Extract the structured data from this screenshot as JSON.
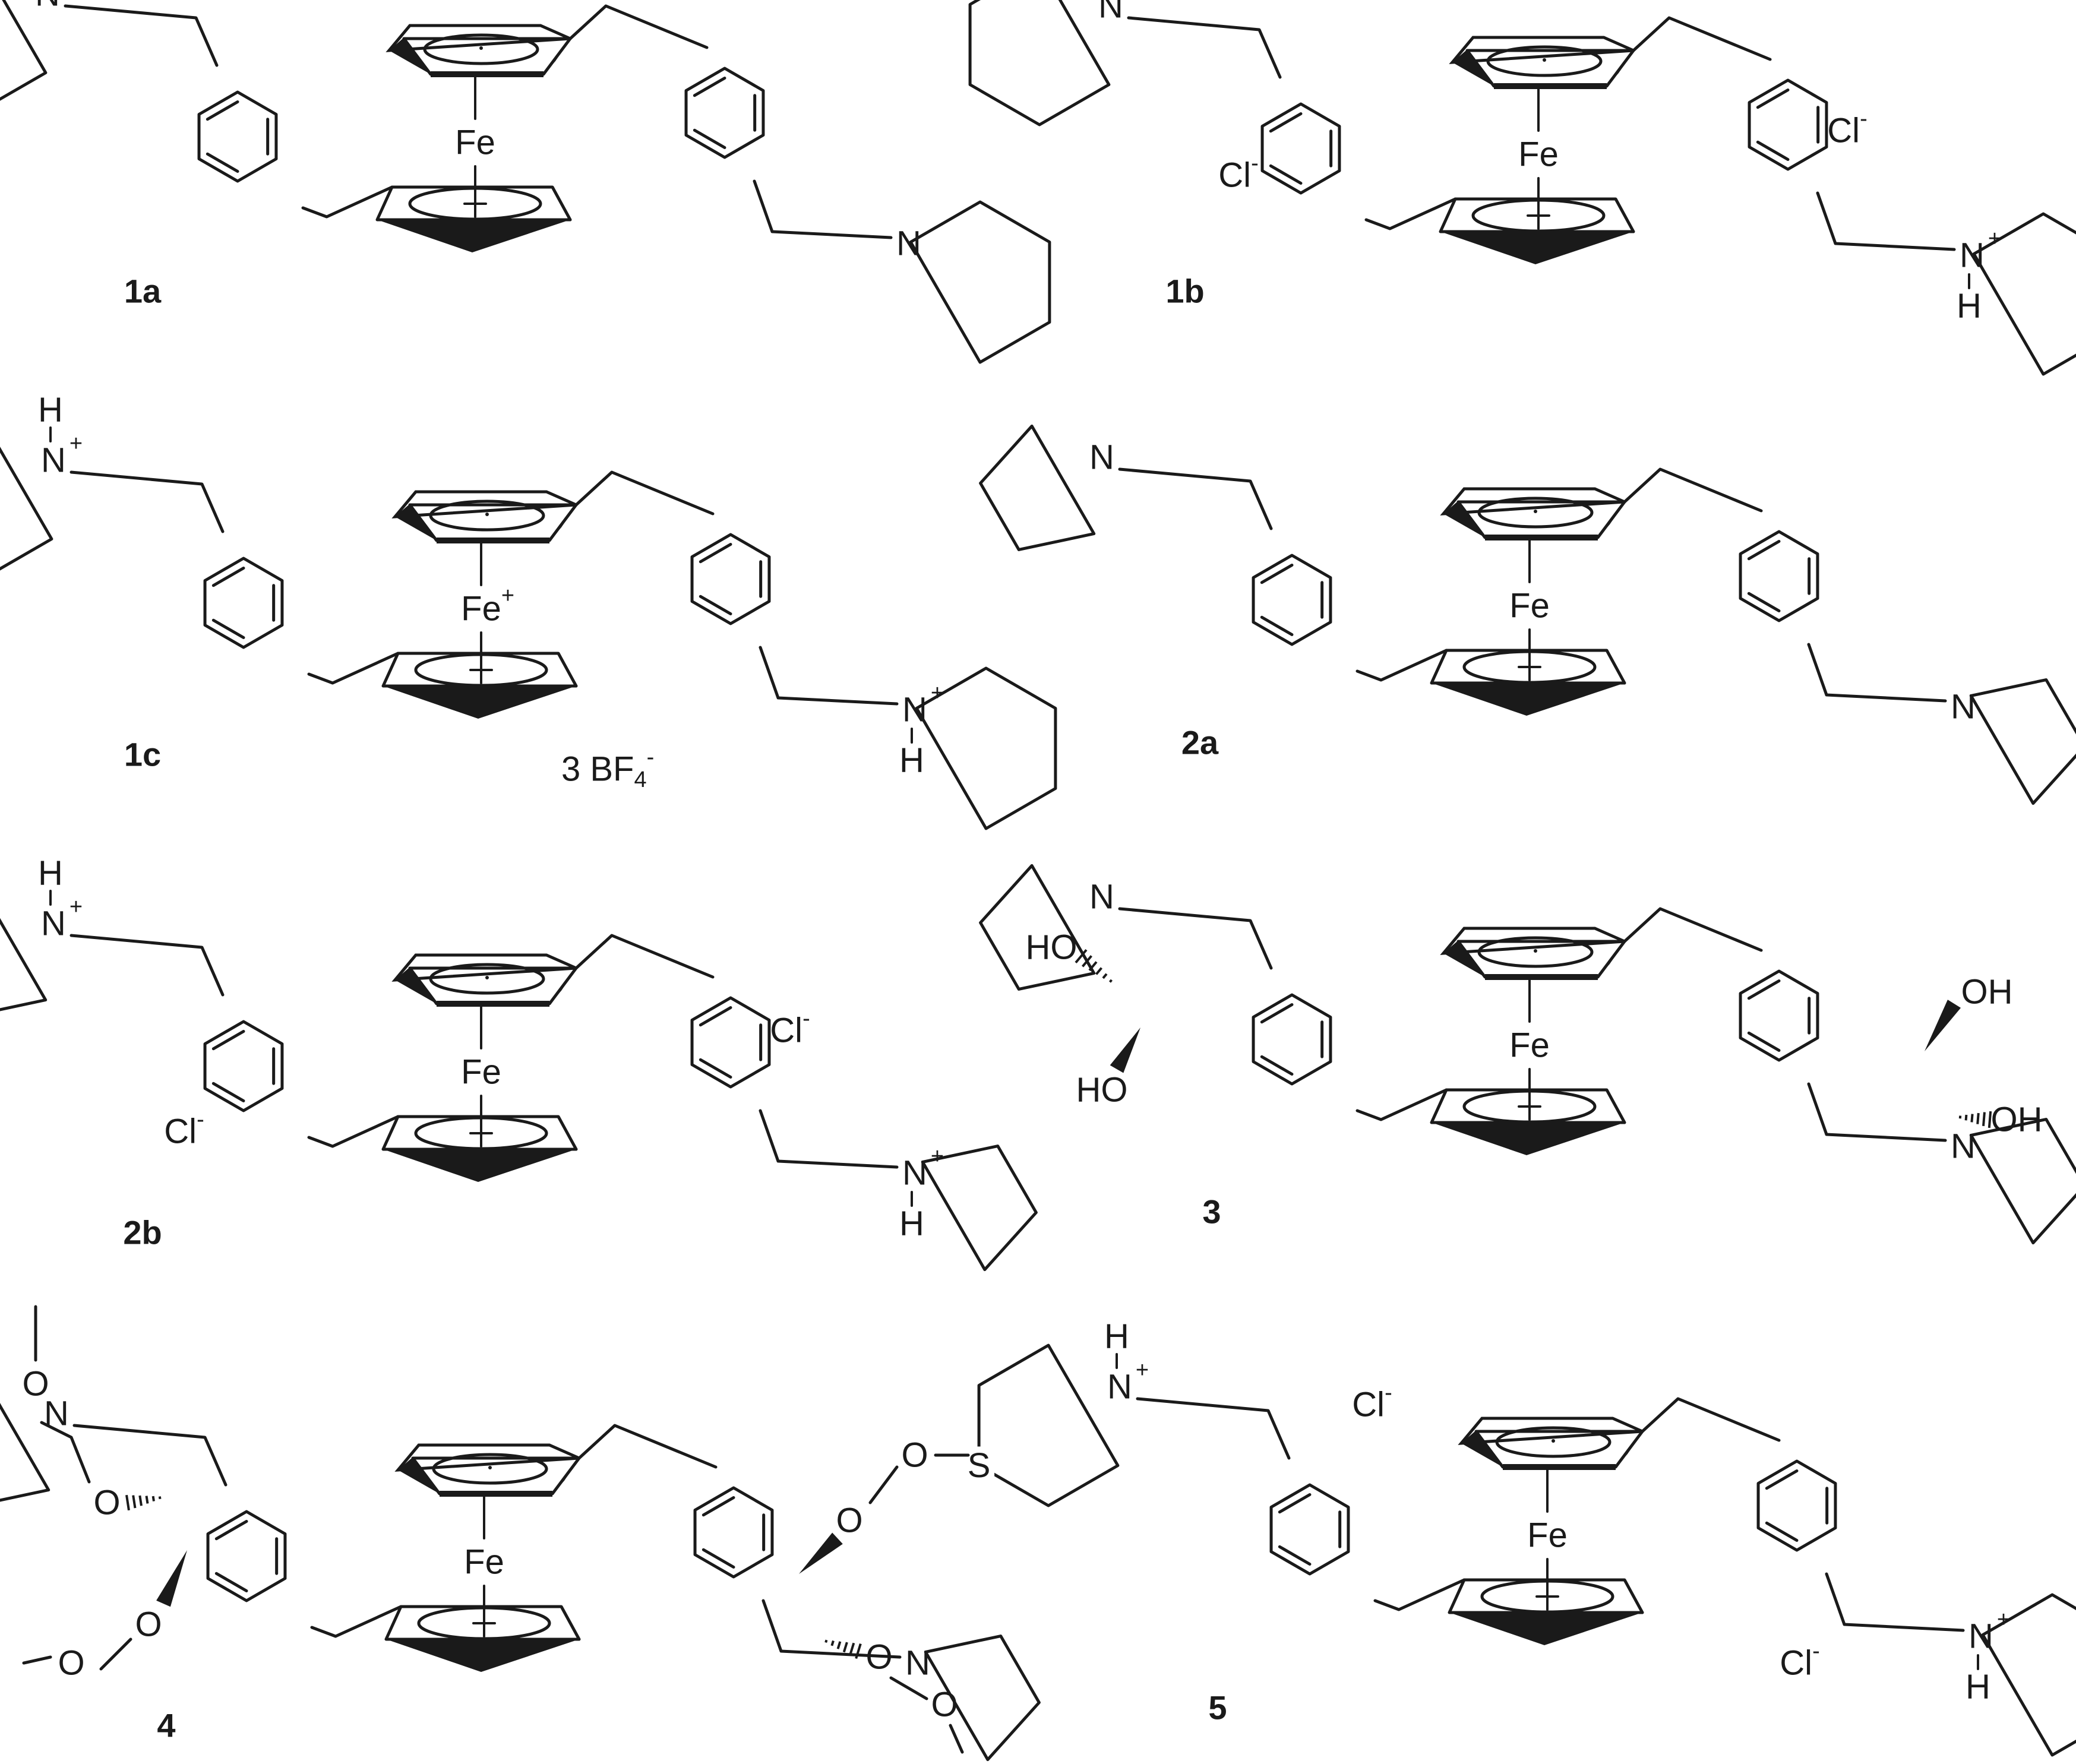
{
  "compounds": [
    {
      "id": "1a",
      "metal": "Fe",
      "metal_charge": "",
      "ring": "piperidine",
      "protonated": false,
      "counterions": []
    },
    {
      "id": "1b",
      "metal": "Fe",
      "metal_charge": "",
      "ring": "piperidine",
      "protonated": true,
      "counterions": [
        "Cl",
        "Cl"
      ]
    },
    {
      "id": "1c",
      "metal": "Fe",
      "metal_charge": "+",
      "ring": "piperidine",
      "protonated": true,
      "counterions": [
        "3 BF4-"
      ]
    },
    {
      "id": "2a",
      "metal": "Fe",
      "metal_charge": "",
      "ring": "pyrrolidine",
      "protonated": false,
      "counterions": []
    },
    {
      "id": "2b",
      "metal": "Fe",
      "metal_charge": "",
      "ring": "pyrrolidine",
      "protonated": true,
      "counterions": [
        "Cl",
        "Cl"
      ]
    },
    {
      "id": "3",
      "metal": "Fe",
      "metal_charge": "",
      "ring": "dihydroxypyrrolidine",
      "protonated": false,
      "counterions": []
    },
    {
      "id": "4",
      "metal": "Fe",
      "metal_charge": "",
      "ring": "bis-MOM-pyrrolidine",
      "protonated": false,
      "counterions": []
    },
    {
      "id": "5",
      "metal": "Fe",
      "metal_charge": "",
      "ring": "thiomorpholine",
      "protonated": true,
      "counterions": [
        "Cl",
        "Cl"
      ]
    }
  ],
  "text": {
    "N": "N",
    "H": "H",
    "S": "S",
    "O": "O",
    "OH": "OH",
    "HO": "HO",
    "Cl": "Cl",
    "minus": "-",
    "plus": "+",
    "BF": "3 BF",
    "four": "4"
  },
  "colors": {
    "ink": "#1a1a1a",
    "background": "#ffffff"
  }
}
